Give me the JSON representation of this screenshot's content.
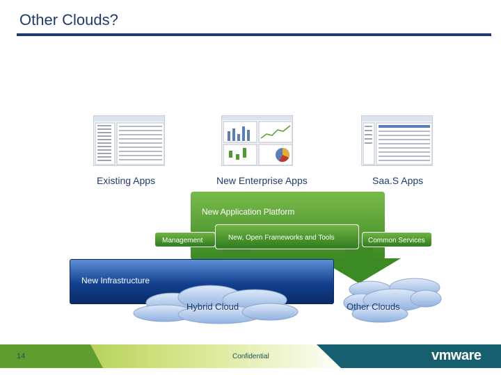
{
  "slide": {
    "title": "Other Clouds?",
    "page_number": "14",
    "footer_text": "Confidential",
    "logo_text": "vmware"
  },
  "apps": {
    "existing": "Existing Apps",
    "enterprise": "New Enterprise Apps",
    "saas": "Saa.S Apps"
  },
  "platform": {
    "title": "New Application Platform",
    "management": "Management",
    "frameworks": "New, Open Frameworks and Tools",
    "common": "Common Services"
  },
  "infrastructure": {
    "label": "New Infrastructure"
  },
  "clouds": {
    "hybrid": "Hybrid Cloud",
    "other": "Other Clouds"
  },
  "colors": {
    "title": "#1f3a6e",
    "platform_green": "#4e9b32",
    "infra_blue": "#12408f",
    "cloud_blue": "#a9c6ec",
    "footer_teal": "#155f6e"
  }
}
